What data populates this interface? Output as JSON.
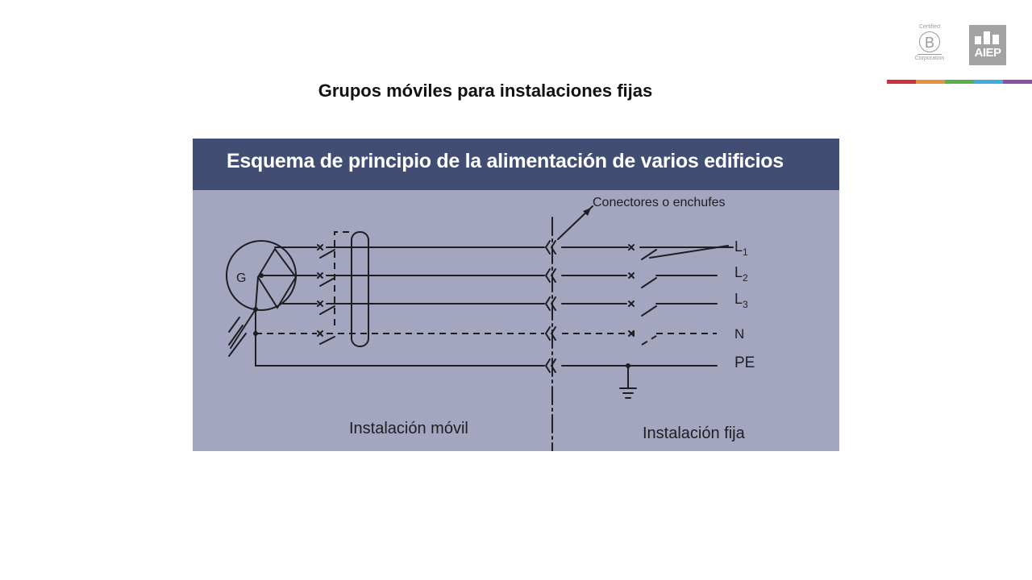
{
  "slide": {
    "title": "Grupos móviles para instalaciones fijas"
  },
  "logos": {
    "bcorp": {
      "top_text": "Certified",
      "letter": "B",
      "bottom_text": "Corporation"
    },
    "aiep": {
      "word": "AIEP"
    }
  },
  "brand_strip_colors": [
    "#d42e3a",
    "#e8913a",
    "#5bb04c",
    "#3aaede",
    "#8e4f9e"
  ],
  "diagram": {
    "header": "Esquema de principio de la alimentación de varios edificios",
    "generator_label": "G",
    "connectors_label": "Conectores o enchufes",
    "line_labels": {
      "l1": "L",
      "l1_sub": "1",
      "l2": "L",
      "l2_sub": "2",
      "l3": "L",
      "l3_sub": "3",
      "n": "N",
      "pe": "PE"
    },
    "mobile_label": "Instalación móvil",
    "fixed_label": "Instalación fija",
    "colors": {
      "panel": "#a4a6c0",
      "header": "#414d72",
      "stroke": "#1e1e22"
    }
  }
}
